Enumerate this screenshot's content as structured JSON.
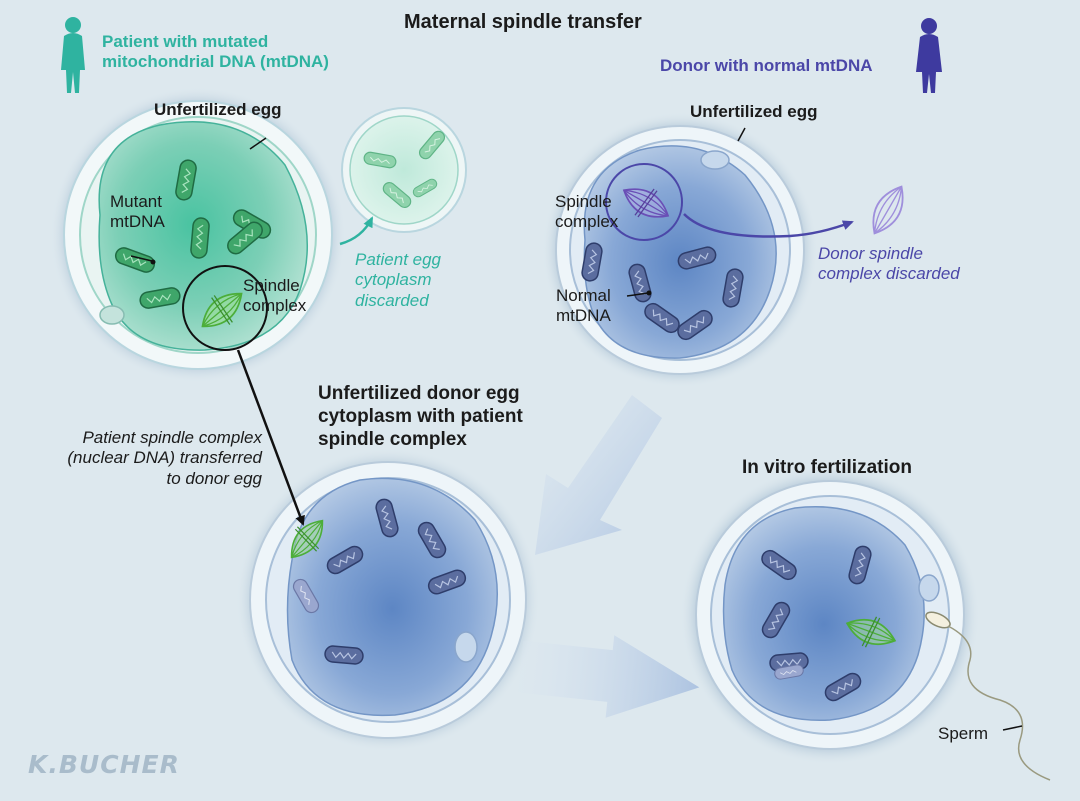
{
  "title": "Maternal spindle transfer",
  "patient": {
    "label_line1": "Patient with mutated",
    "label_line2": "mitochondrial DNA (mtDNA)"
  },
  "donor": {
    "label": "Donor with normal mtDNA"
  },
  "patient_egg": {
    "label": "Unfertilized egg",
    "mutant_line1": "Mutant",
    "mutant_line2": "mtDNA",
    "spindle_line1": "Spindle",
    "spindle_line2": "complex"
  },
  "patient_discard": {
    "line1": "Patient egg",
    "line2": "cytoplasm",
    "line3": "discarded"
  },
  "donor_egg": {
    "label": "Unfertilized egg",
    "spindle_line1": "Spindle",
    "spindle_line2": "complex",
    "normal_line1": "Normal",
    "normal_line2": "mtDNA"
  },
  "donor_discard": {
    "line1": "Donor spindle",
    "line2": "complex discarded"
  },
  "transfer": {
    "line1": "Patient spindle complex",
    "line2": "(nuclear DNA) transferred",
    "line3": "to donor egg"
  },
  "combined_egg": {
    "line1": "Unfertilized donor egg",
    "line2": "cytoplasm with patient",
    "line3": "spindle complex"
  },
  "ivf": {
    "label": "In vitro fertilization",
    "sperm_label": "Sperm"
  },
  "signature": "K.BUCHER",
  "colors": {
    "teal": "#2fb3a0",
    "purple": "#4b47a8",
    "green": "#6fcf4f",
    "blue_egg": "#6f93c9",
    "background": "#dde8ee"
  }
}
